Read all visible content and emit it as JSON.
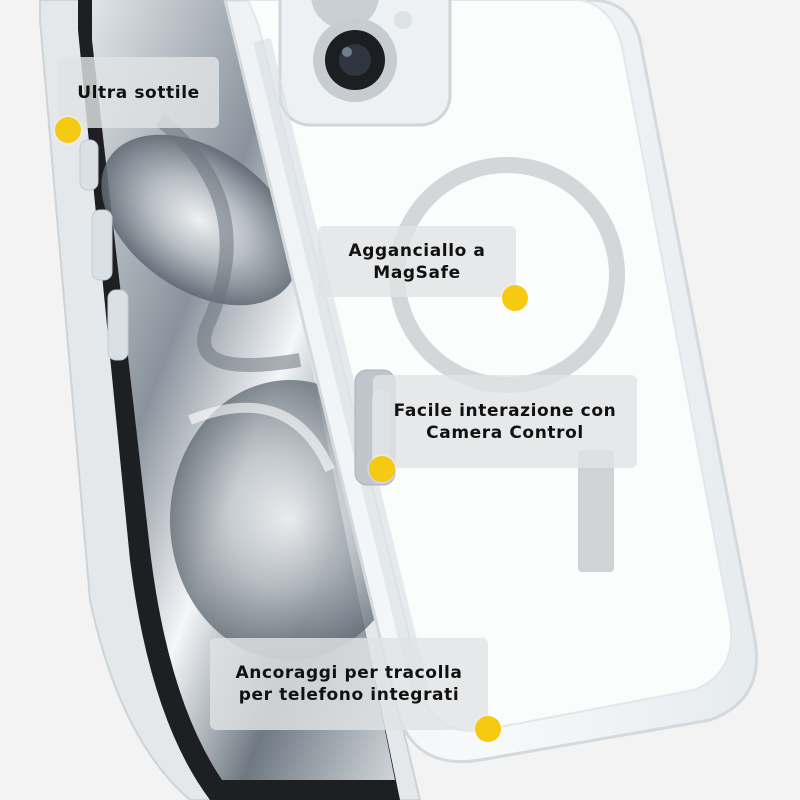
{
  "colors": {
    "background": "#f2f3f2",
    "callout_background": "#e1e3e4",
    "marker": "#f6c913",
    "text": "#111111"
  },
  "image": {
    "subject": "iPhone in clear MagSafe case (photo)"
  },
  "callouts": [
    {
      "lines": [
        "Ultra sottile"
      ]
    },
    {
      "lines": [
        "Agganciallo a",
        "MagSafe"
      ]
    },
    {
      "lines": [
        "Facile interazione con",
        "Camera Control"
      ]
    },
    {
      "lines": [
        "Ancoraggi per tracolla",
        "per telefono integrati"
      ]
    }
  ]
}
